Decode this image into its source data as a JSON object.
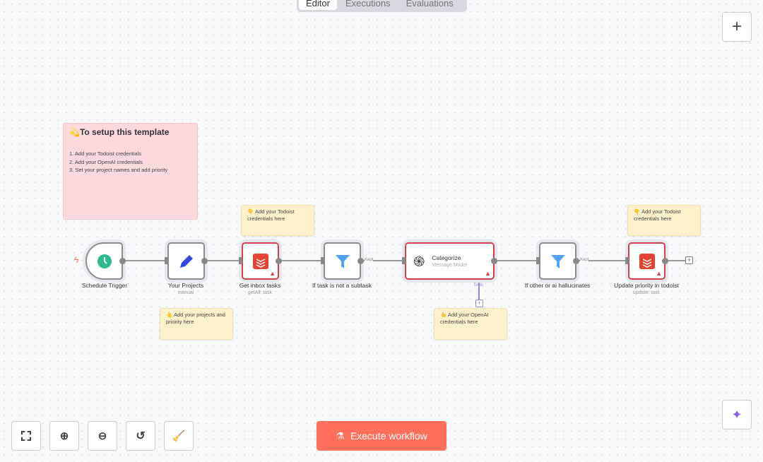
{
  "tabs": [
    {
      "label": "Editor",
      "active": true
    },
    {
      "label": "Executions"
    },
    {
      "label": "Evaluations"
    }
  ],
  "setup_note": {
    "title": "To setup this template",
    "emoji": "💫",
    "items": [
      "1. Add your Todoist credentials",
      "2. Add your OpenAI credentials",
      "3. Set your project names and add priority"
    ],
    "color": "#fcd9dc"
  },
  "stickies": [
    {
      "text": "👇 Add your Todoist credentials here"
    },
    {
      "text": "👆 Add your projects and priority here"
    },
    {
      "text": "👆 Add your OpenAI credentials here"
    },
    {
      "text": "👇 Add your Todoist credentials here"
    }
  ],
  "nodes": [
    {
      "label": "Schedule Trigger",
      "subtitle": "",
      "icon": "clock-icon"
    },
    {
      "label": "Your Projects",
      "subtitle": "manual",
      "icon": "pencil-icon"
    },
    {
      "label": "Get inbox tasks",
      "subtitle": "getAll: task",
      "icon": "todoist-icon",
      "warning": true
    },
    {
      "label": "If task is not a subtask",
      "subtitle": "",
      "icon": "filter-icon"
    },
    {
      "label": "Categorize",
      "subtitle": "Message Model",
      "icon": "openai-icon",
      "warning": true
    },
    {
      "label": "If other or ai hallucinates",
      "subtitle": "",
      "icon": "filter-icon"
    },
    {
      "label": "Update priority in todoist",
      "subtitle": "update: task",
      "icon": "todoist-icon",
      "warning": true
    }
  ],
  "connection_labels": {
    "kept": "Kept",
    "tools": "Tools"
  },
  "execute_button": {
    "label": "Execute workflow",
    "color": "#ff6f5c"
  },
  "colors": {
    "error": "#d6404d",
    "todoist": "#e44332",
    "filter": "#4ea3f7",
    "clock": "#2dba8f",
    "pencil": "#3548e0"
  }
}
